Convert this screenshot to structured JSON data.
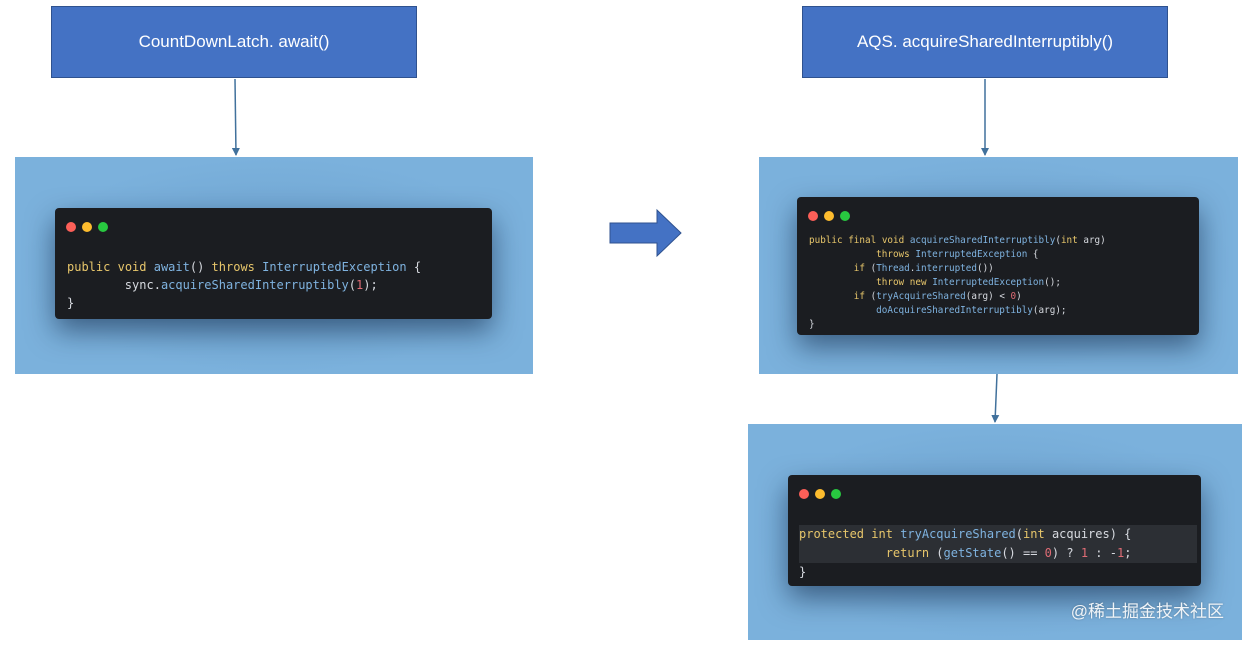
{
  "boxes": {
    "left_title": "CountDownLatch. await()",
    "right_title": "AQS. acquireSharedInterruptibly()"
  },
  "code1": {
    "lines": [
      "public void await() throws InterruptedException {",
      "        sync.acquireSharedInterruptibly(1);",
      "}"
    ]
  },
  "code2": {
    "lines": [
      "public final void acquireSharedInterruptibly(int arg)",
      "            throws InterruptedException {",
      "        if (Thread.interrupted())",
      "            throw new InterruptedException();",
      "        if (tryAcquireShared(arg) < 0)",
      "            doAcquireSharedInterruptibly(arg);",
      "}"
    ]
  },
  "code3": {
    "lines": [
      "protected int tryAcquireShared(int acquires) {",
      "            return (getState() == 0) ? 1 : -1;",
      "}"
    ]
  },
  "watermark": "@稀土掘金技术社区",
  "colors": {
    "box_fill": "#4472c4",
    "panel_bg": "#7bb1dc",
    "code_bg": "#1b1d21",
    "arrow": "#4472c4"
  }
}
